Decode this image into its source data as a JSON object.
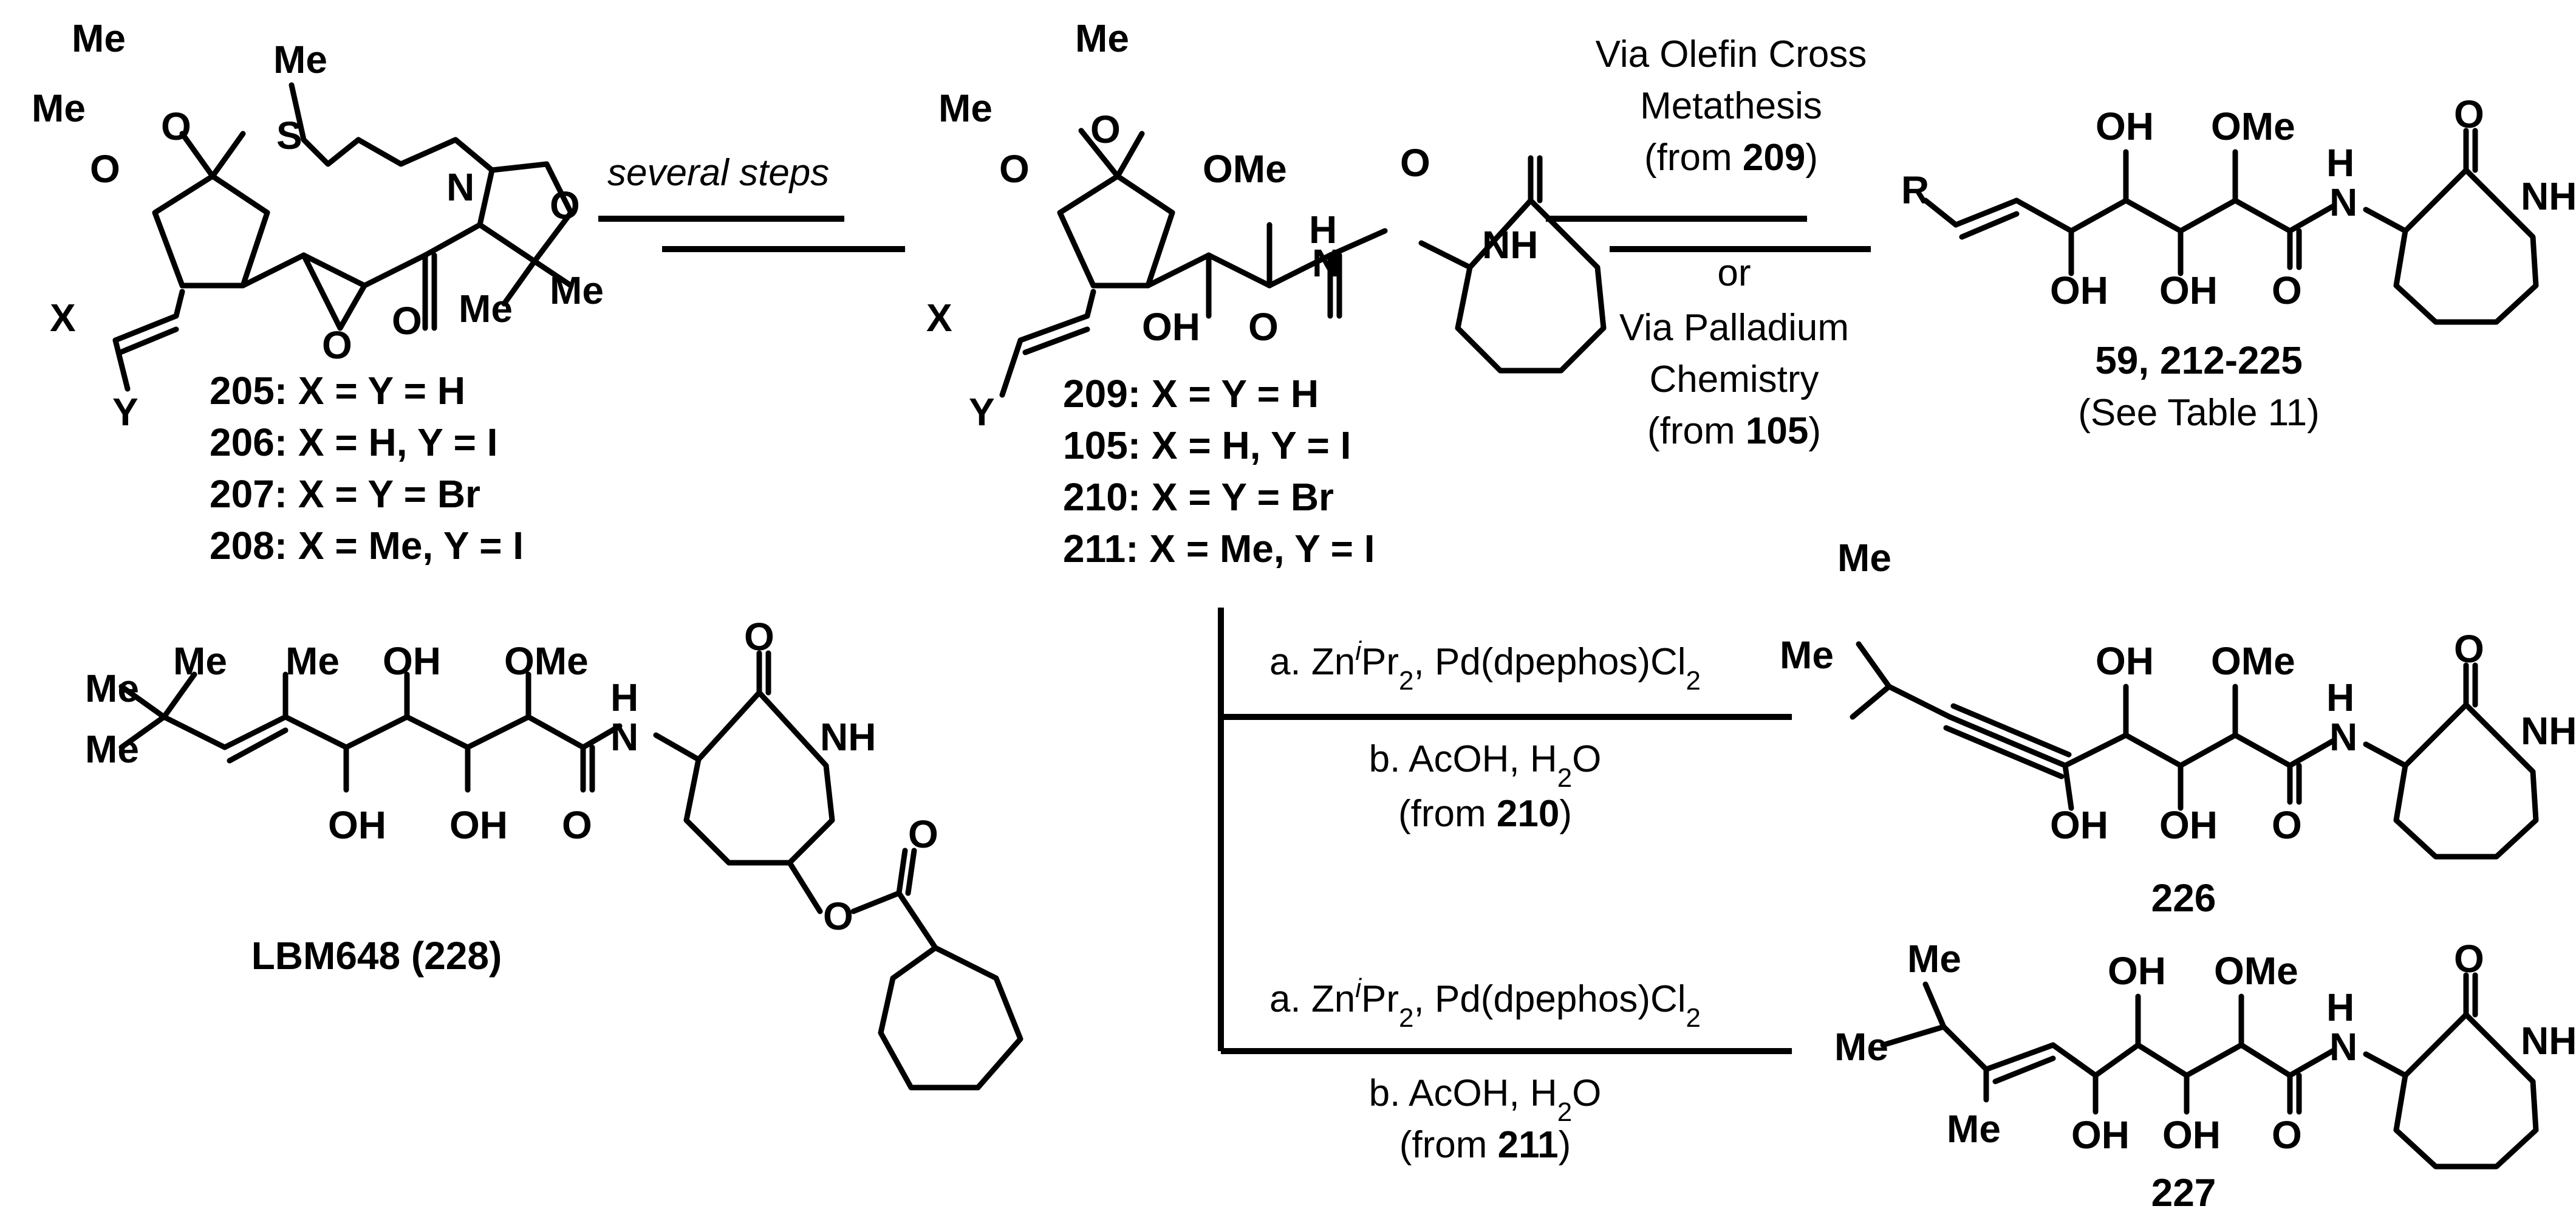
{
  "scheme": {
    "top_arrow_1_label": "several steps",
    "metathesis": {
      "line1": "Via Olefin Cross",
      "line2": "Metathesis",
      "line3_pre": "(from ",
      "line3_num": "209",
      "line3_post": ")",
      "or": "or",
      "pd_line1": "Via Palladium",
      "pd_line2": "Chemistry",
      "pd_line3_pre": "(from ",
      "pd_line3_num": "105",
      "pd_line3_post": ")"
    },
    "sm_labels": [
      "205: X = Y = H",
      "206: X = H, Y = I",
      "207: X = Y = Br",
      "208: X = Me, Y = I"
    ],
    "int_labels": [
      "209: X = Y = H",
      "105: X = H, Y = I",
      "210: X = Y = Br",
      "211: X = Me, Y = I"
    ],
    "product_top_label": "59, 212-225",
    "product_top_sub": "(See Table 11)",
    "lbm_label": "LBM648 (228)",
    "cond_226": {
      "a_pre": "a. Zn",
      "a_sup": "i",
      "a_mid": "Pr",
      "a_sub": "2",
      "a_post": ", Pd(dpephos)Cl",
      "a_sub2": "2",
      "b_pre": "b. AcOH, H",
      "b_sub": "2",
      "b_post": "O",
      "from_pre": "(from ",
      "from_num": "210",
      "from_post": ")"
    },
    "cond_227": {
      "a_pre": "a. Zn",
      "a_sup": "i",
      "a_mid": "Pr",
      "a_sub": "2",
      "a_post": ", Pd(dpephos)Cl",
      "a_sub2": "2",
      "b_pre": "b. AcOH, H",
      "b_sub": "2",
      "b_post": "O",
      "from_pre": "(from ",
      "from_num": "211",
      "from_post": ")"
    },
    "label_226": "226",
    "label_227": "227",
    "atoms": {
      "Me": "Me",
      "O": "O",
      "S": "S",
      "N": "N",
      "X": "X",
      "Y": "Y",
      "R": "R",
      "OH": "OH",
      "OMe": "OMe",
      "H": "H",
      "NH": "NH"
    }
  }
}
